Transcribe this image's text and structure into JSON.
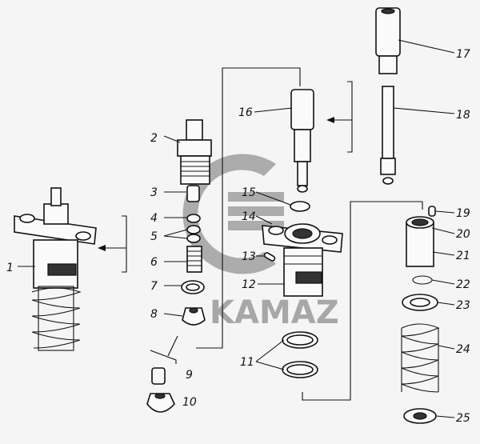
{
  "title": "Fuel injection pump section exploded view",
  "watermark": {
    "text": "KAMAZ",
    "color": "#9a9a9a"
  },
  "labels": [
    "1",
    "2",
    "3",
    "4",
    "5",
    "6",
    "7",
    "8",
    "9",
    "10",
    "11",
    "12",
    "13",
    "14",
    "15",
    "16",
    "17",
    "18",
    "19",
    "20",
    "21",
    "22",
    "23",
    "24",
    "25"
  ]
}
